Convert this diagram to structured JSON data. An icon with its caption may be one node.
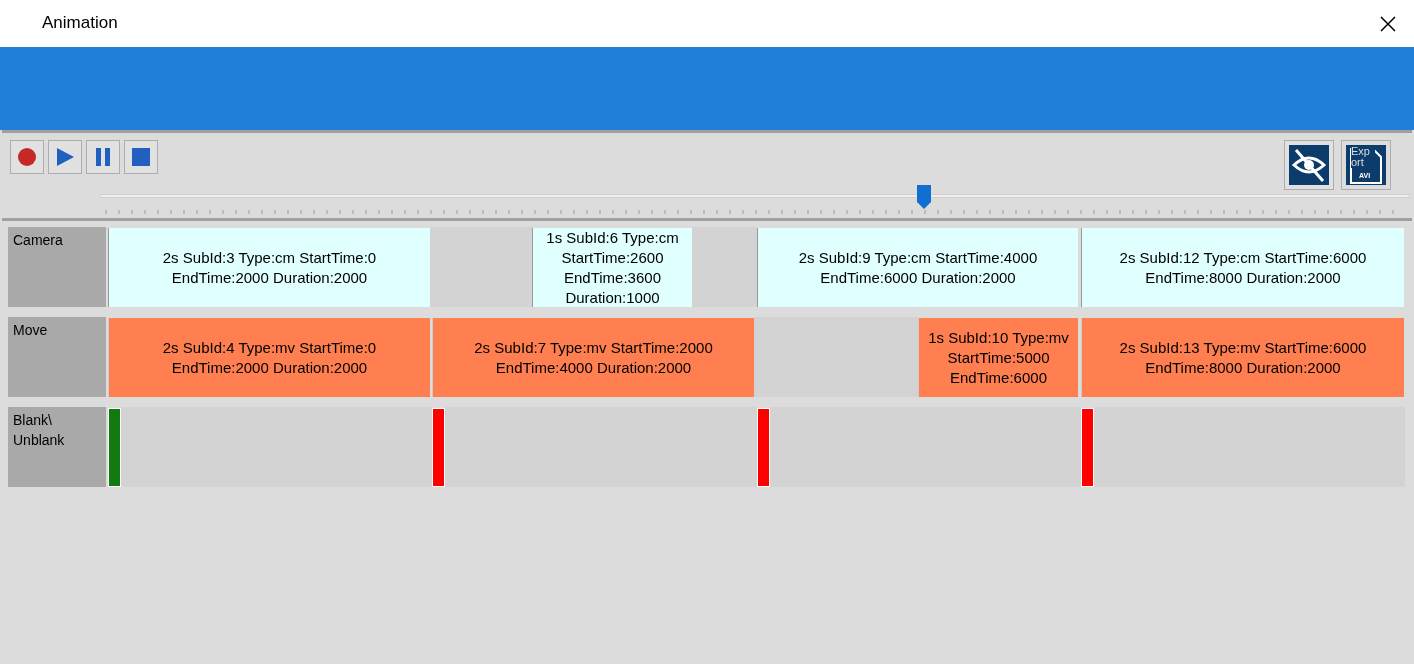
{
  "diagram": {
    "title": "Animation",
    "nodes": [
      {
        "text": [
          "2s SubId:3 Type:cm StartTime:0 EndTime:2000 Duration:2000"
        ]
      },
      {
        "text": [
          "1s SubId:6 Type:cm StartTime:2600 EndTime:3600 Duration:1000"
        ]
      },
      {
        "text": [
          "2s SubId:9 Type:cm StartTime:4000 EndTime:6000 Duration:2000"
        ]
      },
      {
        "text": [
          "2s SubId:12 Type:cm StartTime:6000 EndTime:8000 Duration:2000"
        ]
      },
      {
        "text": [
          "2s SubId:4 Type:mv StartTime:0 EndTime:2000 Duration:2000"
        ]
      },
      {
        "text": [
          "2s SubId:7 Type:mv StartTime:2000 EndTime:4000 Duration:2000"
        ]
      },
      {
        "text": [
          "1s SubId:10 Type:mv StartTime:5000 EndTime:6000"
        ]
      },
      {
        "text": [
          "2s SubId:13 Type:mv StartTime:6000 EndTime:8000 Duration:2000"
        ]
      },
      {
        "text": [],
        "shape": "bar"
      },
      {
        "text": [],
        "shape": "bar"
      },
      {
        "text": [],
        "shape": "bar"
      },
      {
        "text": [],
        "shape": "bar"
      }
    ],
    "labels": [
      "Export",
      "AVI",
      "Camera",
      "Move",
      "Blank\\ Unblank"
    ]
  }
}
